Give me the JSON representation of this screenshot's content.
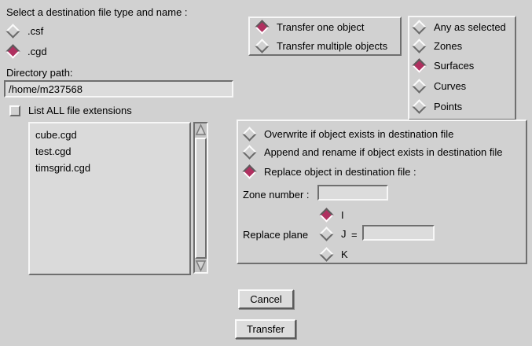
{
  "colors": {
    "background": "#d1d1d1",
    "field_background": "#dcdcdc",
    "radio_selected": "#b03060",
    "bevel_light": "#f7f7f7",
    "bevel_dark": "#6f6f6f"
  },
  "file_type_section": {
    "label": "Select a destination file type and name :",
    "options": [
      {
        "label": ".csf",
        "checked": false
      },
      {
        "label": ".cgd",
        "checked": true
      }
    ]
  },
  "directory": {
    "label": "Directory path:",
    "value": "/home/m237568"
  },
  "list_all_checkbox": {
    "label": "List ALL file extensions",
    "checked": false
  },
  "file_list": {
    "items": [
      "cube.cgd",
      "test.cgd",
      "timsgrid.cgd"
    ]
  },
  "transfer_mode": {
    "options": [
      {
        "label": "Transfer one object",
        "checked": true
      },
      {
        "label": "Transfer multiple objects",
        "checked": false
      }
    ]
  },
  "object_type": {
    "options": [
      {
        "label": "Any as selected",
        "checked": false
      },
      {
        "label": "Zones",
        "checked": false
      },
      {
        "label": "Surfaces",
        "checked": true
      },
      {
        "label": "Curves",
        "checked": false
      },
      {
        "label": "Points",
        "checked": false
      }
    ]
  },
  "conflict": {
    "options": [
      {
        "label": "Overwrite if object exists in destination file",
        "checked": false
      },
      {
        "label": "Append and rename if object exists in destination file",
        "checked": false
      },
      {
        "label": "Replace object in destination file :",
        "checked": true
      }
    ],
    "zone_number": {
      "label": "Zone number :",
      "value": ""
    },
    "replace_plane": {
      "label": "Replace plane",
      "equals_label": "=",
      "options": [
        {
          "label": "I",
          "checked": true
        },
        {
          "label": "J",
          "checked": false
        },
        {
          "label": "K",
          "checked": false
        }
      ],
      "j_value": ""
    }
  },
  "buttons": {
    "cancel": "Cancel",
    "transfer": "Transfer"
  }
}
